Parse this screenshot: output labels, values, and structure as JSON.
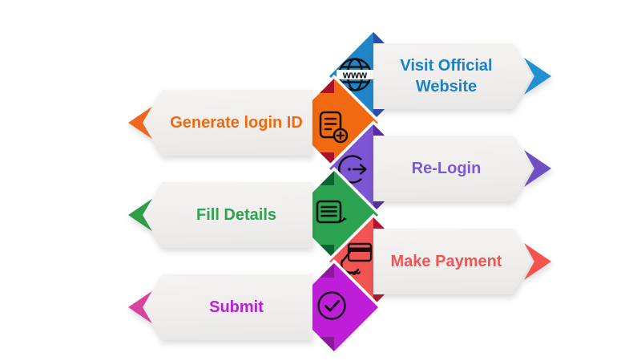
{
  "steps": [
    {
      "label": "Visit Official Website",
      "side": "right",
      "icon": "globe-www-icon",
      "icon_text": "www",
      "color": "#1e86c8",
      "fold_color": "#2b4dad",
      "chevron_color": "#2191d1",
      "text_color": "#1982c6"
    },
    {
      "label": "Generate login ID",
      "side": "left",
      "icon": "document-add-icon",
      "color": "#f16a11",
      "fold_color": "#a8122c",
      "chevron_color": "#f2671f",
      "text_color": "#f2690c"
    },
    {
      "label": "Re-Login",
      "side": "right",
      "icon": "relogin-arrow-icon",
      "color": "#7b55d4",
      "fold_color": "#562c9e",
      "chevron_color": "#6f4fc4",
      "text_color": "#7e57da"
    },
    {
      "label": "Fill Details",
      "side": "left",
      "icon": "document-pen-icon",
      "color": "#2ca350",
      "fold_color": "#0e6333",
      "chevron_color": "#2e9e46",
      "text_color": "#2fa351"
    },
    {
      "label": "Make Payment",
      "side": "right",
      "icon": "card-hand-icon",
      "color": "#f15452",
      "fold_color": "#b11330",
      "chevron_color": "#f4534e",
      "text_color": "#f25353"
    },
    {
      "label": "Submit",
      "side": "left",
      "icon": "check-circle-icon",
      "color": "#bf1ed8",
      "fold_color": "#8c189c",
      "chevron_color": "#d8439e",
      "text_color": "#bb1ed6"
    }
  ]
}
